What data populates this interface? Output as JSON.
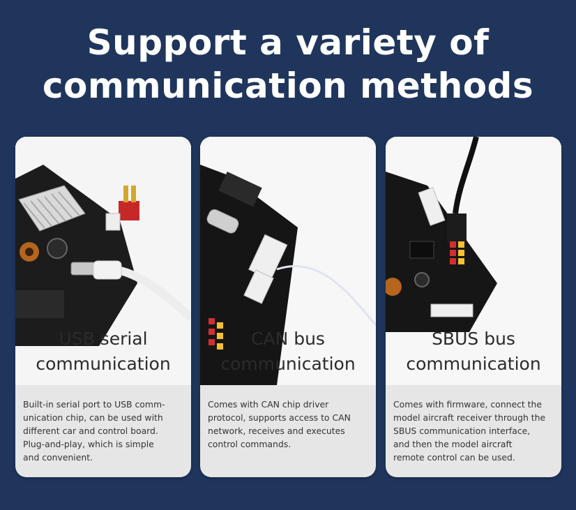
{
  "headline": {
    "line1": "Support a variety of",
    "line2": "communication methods"
  },
  "cards": [
    {
      "title_line1": "USB serial",
      "title_line2": "communication",
      "desc_lines": [
        "Built-in serial port to USB comm-",
        "unication chip, can be used with",
        "different car and control board.",
        "Plug-and-play, which is simple",
        "and convenient."
      ]
    },
    {
      "title_line1": "CAN bus",
      "title_line2": "communication",
      "desc_lines": [
        "Comes with CAN chip driver",
        "protocol, supports access to CAN",
        "network, receives and executes",
        "control commands."
      ]
    },
    {
      "title_line1": "SBUS bus",
      "title_line2": "communication",
      "desc_lines": [
        "Comes with firmware, connect the",
        "model aircraft receiver through the",
        "SBUS communication interface,",
        "and then the model aircraft",
        "remote control can be used."
      ]
    }
  ]
}
